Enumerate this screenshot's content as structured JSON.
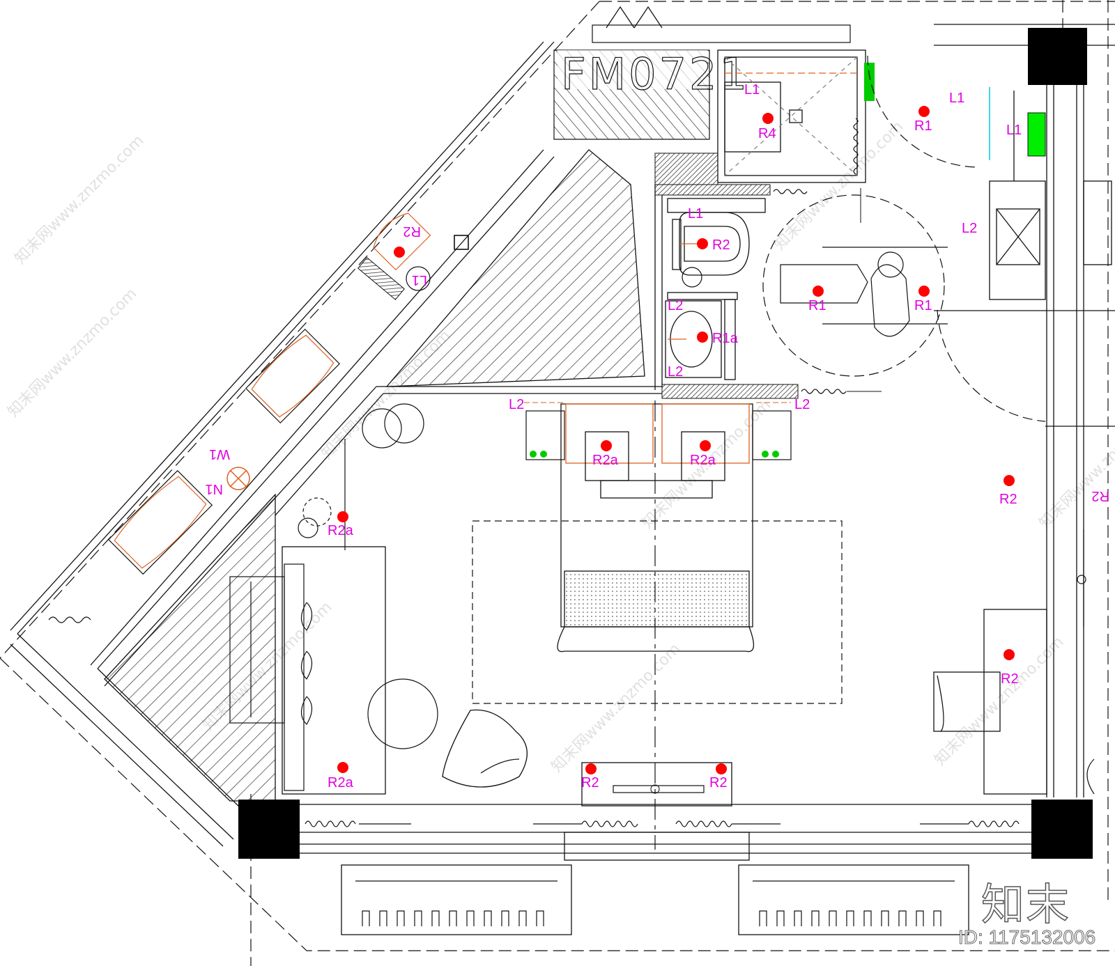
{
  "drawing": {
    "door_code": "FM0721",
    "watermark_text": "知末网www.znzmo.com",
    "logo_text": "知末",
    "id_text": "ID: 1175132006"
  },
  "labels": {
    "l1_shower": "L1",
    "r4": "R4",
    "r1_entry": "R1",
    "l1_entry": "L1",
    "l1_closet": "L1",
    "l2_closet": "L2",
    "l1_wc": "L1",
    "r2_wc": "R2",
    "l2_basin_top": "L2",
    "r1a": "R1a",
    "l2_basin_bottom": "L2",
    "r1_left": "R1",
    "r1_right": "R1",
    "r2_diag": "R2",
    "l1_diag": "L1",
    "w1": "W1",
    "n1": "N1",
    "l2_bed_left": "L2",
    "l2_bed_right": "L2",
    "r2a_pillow_left": "R2a",
    "r2a_pillow_right": "R2a",
    "r2_right_wall": "R2",
    "r2a_side": "R2a",
    "r2_desk": "R2",
    "r2a_sofa": "R2a",
    "r2_tv_left": "R2",
    "r2_tv_right": "R2",
    "r2_edge": "R2"
  },
  "colors": {
    "lines": "#111111",
    "magenta_label": "#e000e0",
    "light_point": "#ff0000",
    "orange_furniture": "#e06020",
    "green_switch": "#00cc00",
    "cyan_dim": "#00c8d8",
    "column_fill": "#000000",
    "hatch": "#222222"
  },
  "symbols": {
    "light_point": "red-dot-icon",
    "switch": "green-switch-icon",
    "curtain": "curtain-wave-icon",
    "column": "structural-column-icon",
    "door_swing": "door-swing-arc-icon"
  }
}
